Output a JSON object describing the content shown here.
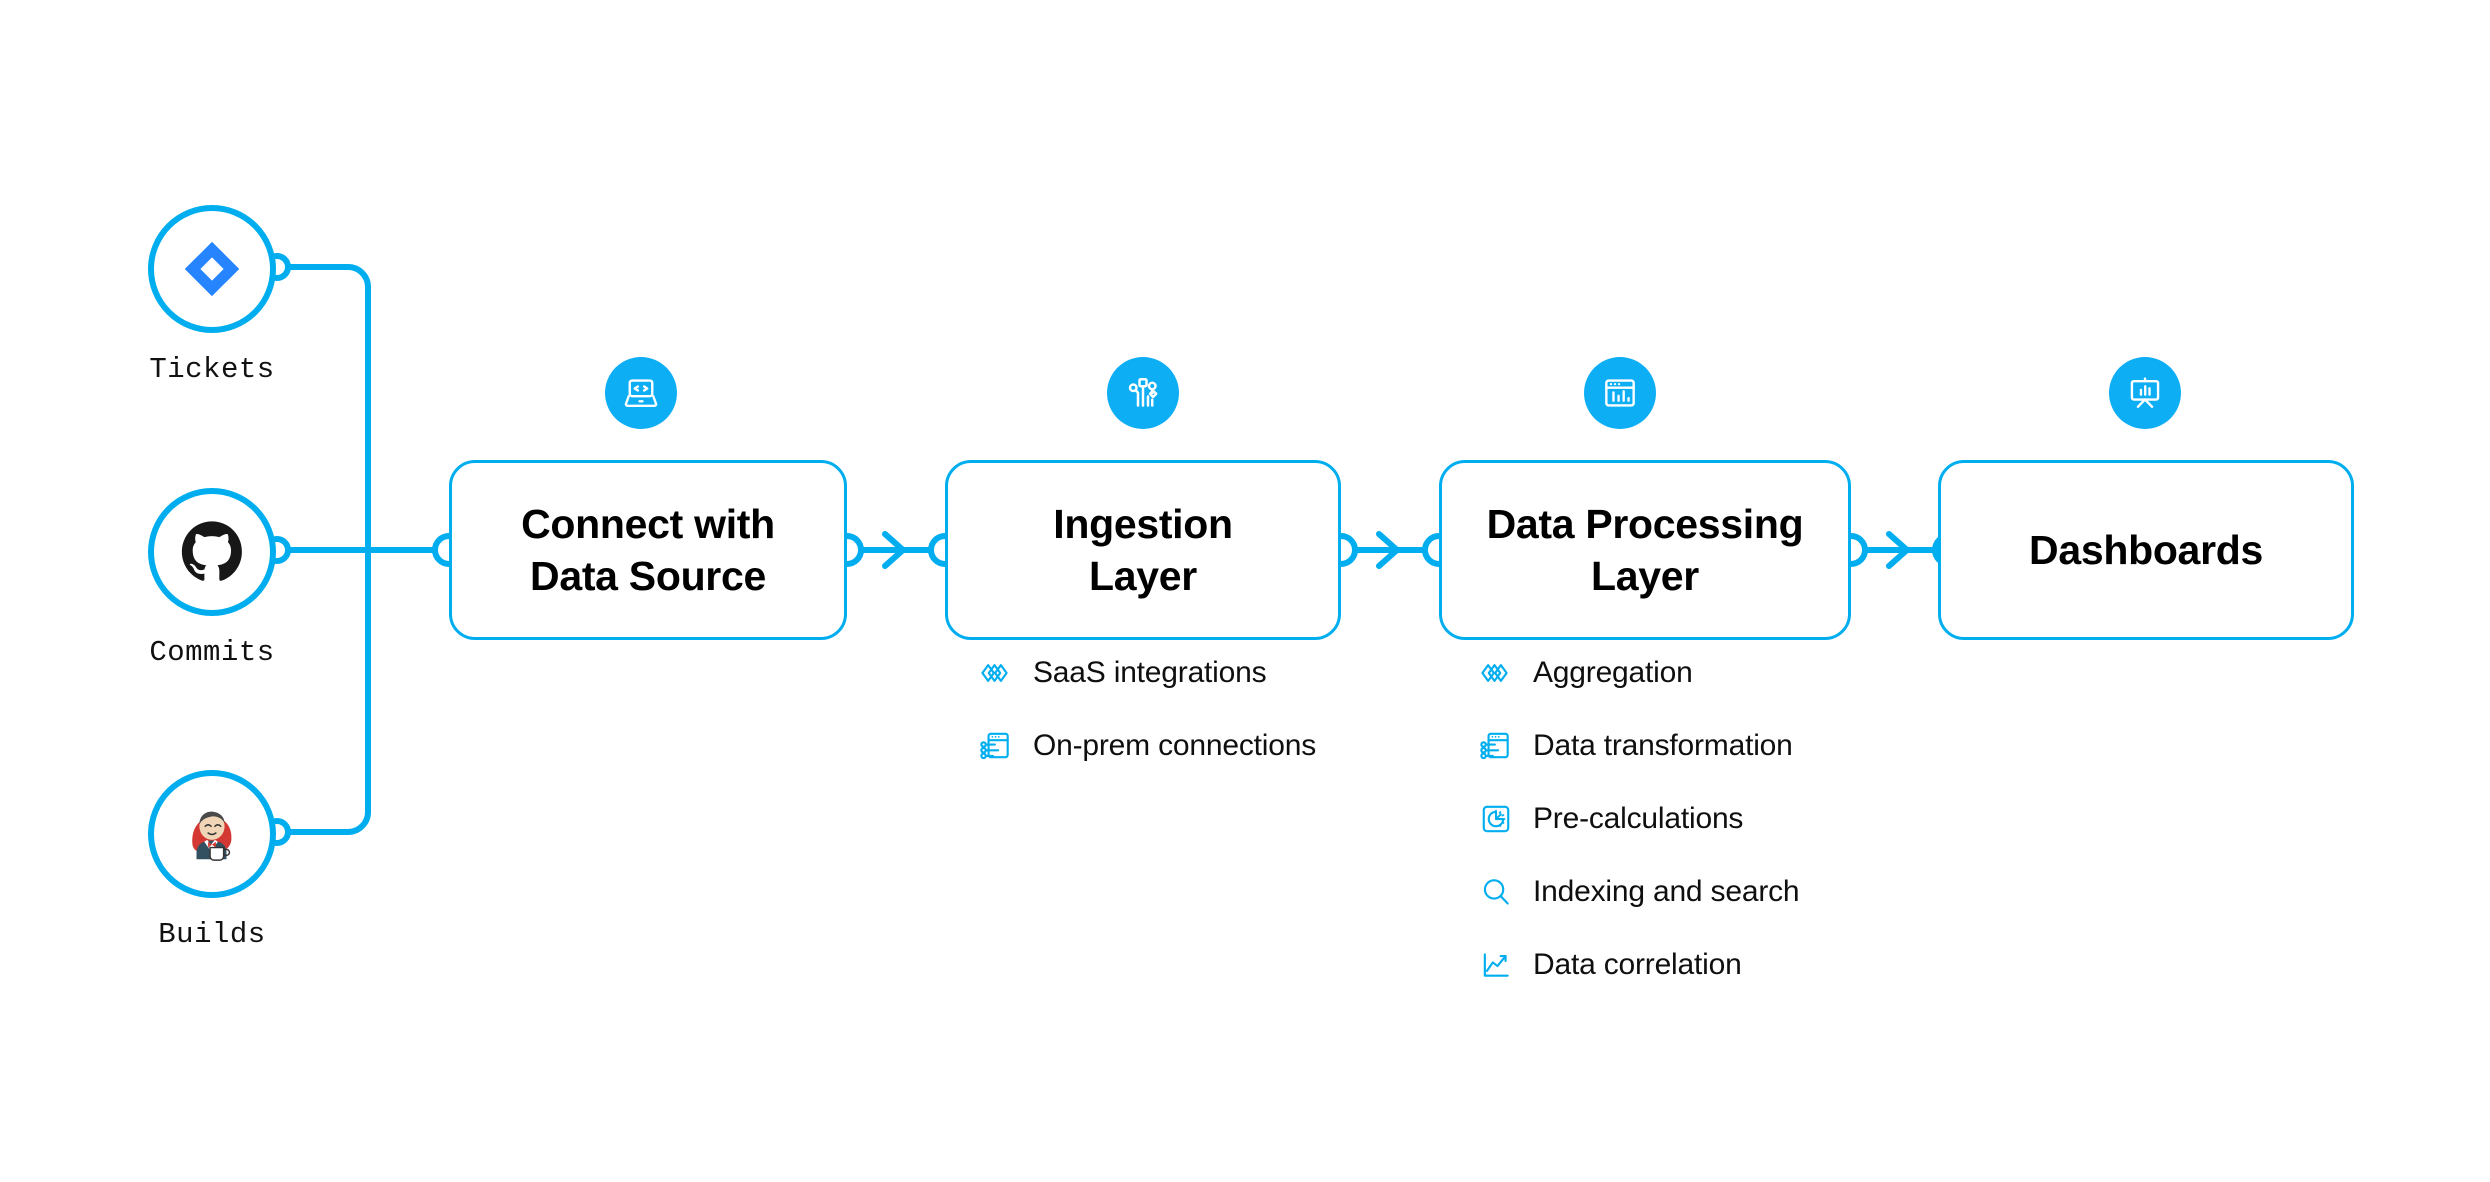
{
  "colors": {
    "accent": "#00AEEF",
    "badge_fill": "#0DAEF4",
    "text": "#0f0f0f",
    "background": "#ffffff",
    "jira_blue": "#2684FF",
    "github_black": "#181717",
    "jenkins_red": "#D33833"
  },
  "sources": [
    {
      "label": "Tickets",
      "icon": "jira-icon"
    },
    {
      "label": "Commits",
      "icon": "github-icon"
    },
    {
      "label": "Builds",
      "icon": "jenkins-icon"
    }
  ],
  "stages": [
    {
      "title": "Connect with\nData Source",
      "badge_icon": "laptop-code-icon",
      "features": []
    },
    {
      "title": "Ingestion\nLayer",
      "badge_icon": "circuit-nodes-icon",
      "features": [
        {
          "label": "SaaS integrations",
          "icon": "layered-chevrons-icon"
        },
        {
          "label": "On-prem connections",
          "icon": "server-connections-icon"
        }
      ]
    },
    {
      "title": "Data Processing\nLayer",
      "badge_icon": "browser-bar-chart-icon",
      "features": [
        {
          "label": "Aggregation",
          "icon": "layered-chevrons-icon"
        },
        {
          "label": "Data transformation",
          "icon": "server-connections-icon"
        },
        {
          "label": "Pre-calculations",
          "icon": "gauge-square-icon"
        },
        {
          "label": "Indexing and search",
          "icon": "magnifier-icon"
        },
        {
          "label": "Data correlation",
          "icon": "line-chart-icon"
        }
      ]
    },
    {
      "title": "Dashboards",
      "badge_icon": "presentation-chart-icon",
      "features": []
    }
  ]
}
